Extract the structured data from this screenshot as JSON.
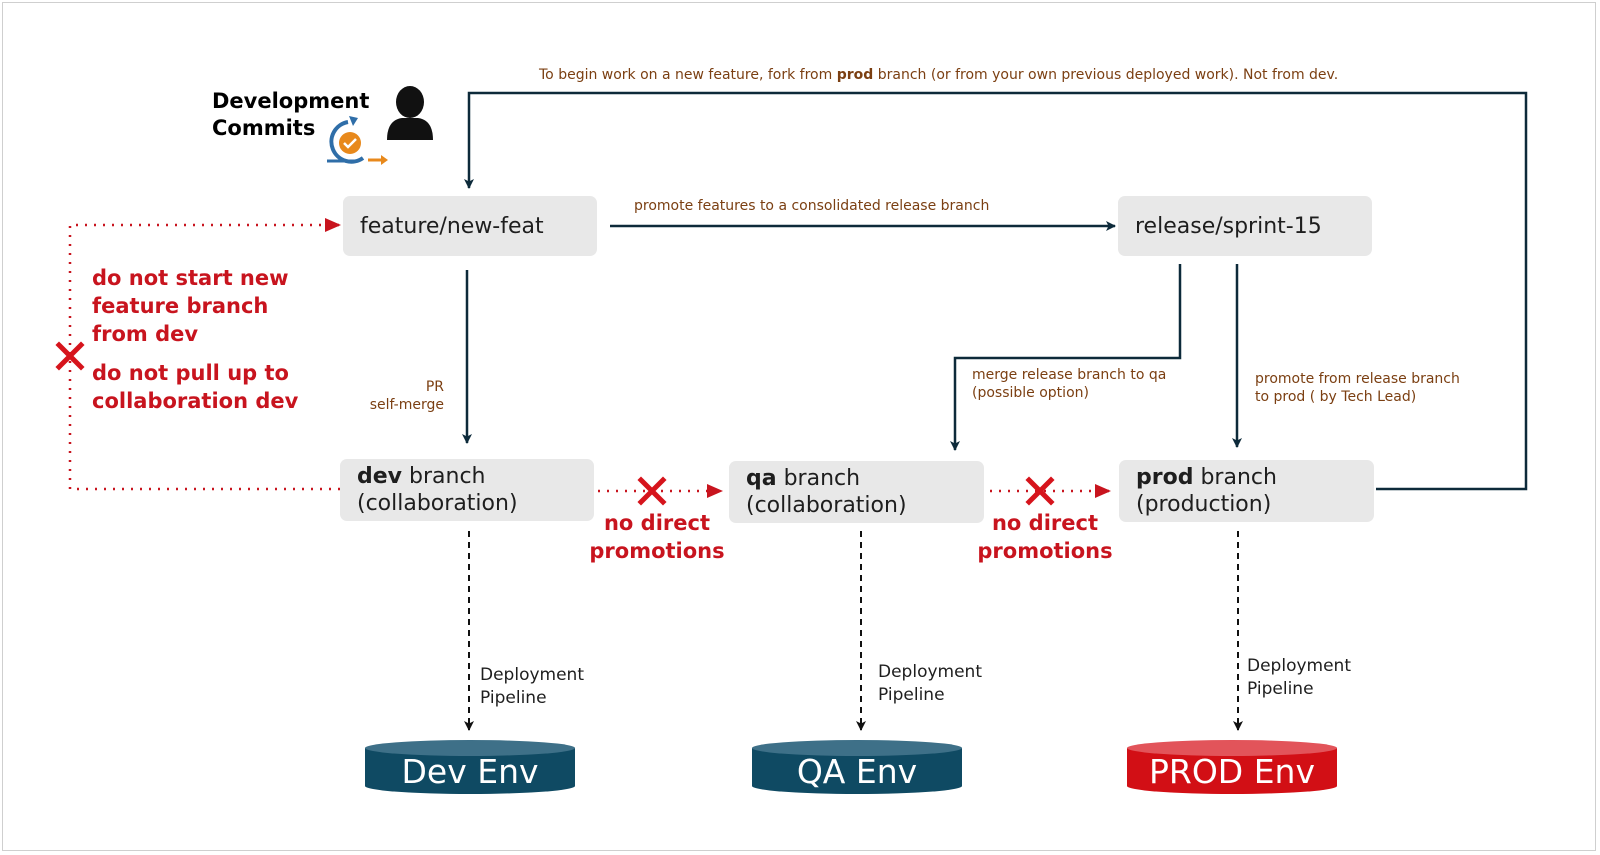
{
  "header": {
    "title_line1": "Development",
    "title_line2": "Commits",
    "icons": [
      "user-icon",
      "commit-cycle-icon"
    ]
  },
  "nodes": {
    "feature": {
      "label": "feature/new-feat"
    },
    "release": {
      "label": "release/sprint-15"
    },
    "dev": {
      "bold": "dev",
      "rest": " branch",
      "line2": "(collaboration)"
    },
    "qa": {
      "bold": "qa",
      "rest": " branch",
      "line2": "(collaboration)"
    },
    "prod": {
      "bold": "prod",
      "rest": " branch",
      "line2": "(production)"
    }
  },
  "labels": {
    "fork_pre": "To begin work on a new feature, fork from ",
    "fork_bold": "prod",
    "fork_post": " branch (or from your own previous deployed work). Not from dev.",
    "promote_release": "promote features to a consolidated release branch",
    "pr_line1": "PR",
    "pr_line2": "self-merge",
    "merge_qa_line1": "merge release branch to qa",
    "merge_qa_line2": "(possible option)",
    "promote_prod_line1": "promote from release branch",
    "promote_prod_line2": "to prod ( by Tech Lead)"
  },
  "warnings": {
    "start_line1": "do not start new",
    "start_line2": "feature branch",
    "start_line3": "from dev",
    "pull_line1": "do not pull up to",
    "pull_line2": "collaboration dev",
    "no_direct_1_line1": "no direct",
    "no_direct_1_line2": "promotions",
    "no_direct_2_line1": "no direct",
    "no_direct_2_line2": "promotions"
  },
  "pipelines": {
    "dev": {
      "line1": "Deployment",
      "line2": "Pipeline"
    },
    "qa": {
      "line1": "Deployment",
      "line2": "Pipeline"
    },
    "prod": {
      "line1": "Deployment",
      "line2": "Pipeline"
    }
  },
  "environments": {
    "dev": "Dev Env",
    "qa": "QA Env",
    "prod": "PROD Env"
  },
  "colors": {
    "arrow": "#0d2a3a",
    "warning": "#c8141e",
    "label": "#7b3f12",
    "node_bg": "#e8e8e8",
    "env_blue": "#0f4a63",
    "env_red": "#d20f15"
  }
}
